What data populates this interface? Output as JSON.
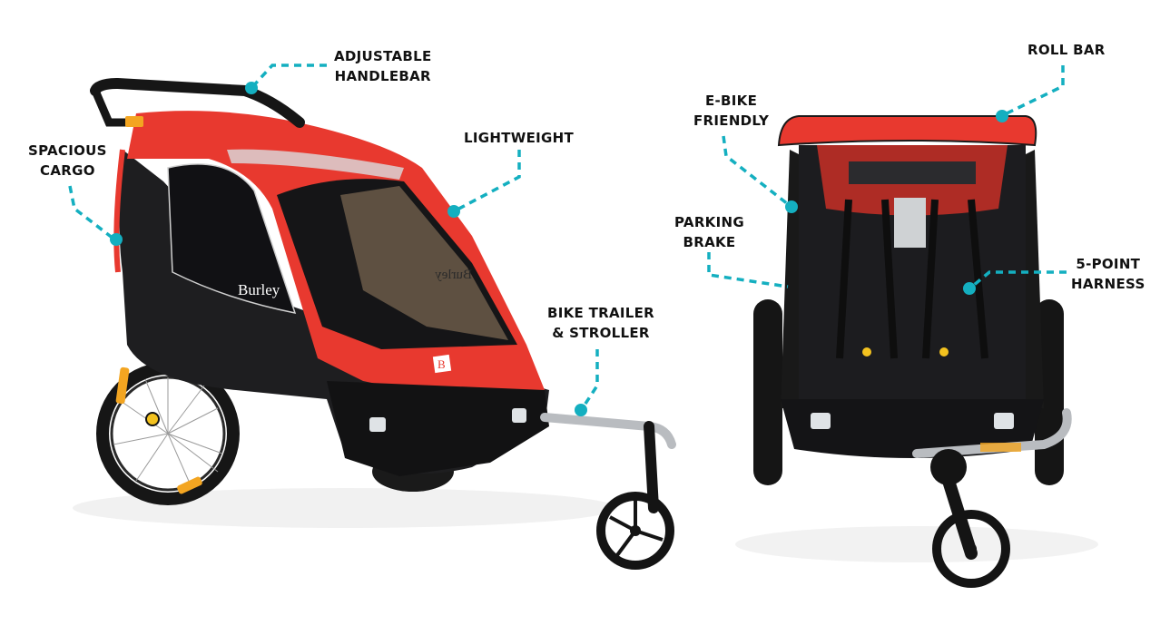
{
  "colors": {
    "accent": "#14AFC0",
    "canopy_red": "#E8392F",
    "fabric_black": "#1B1B1D",
    "mesh_brown": "#6B5A49",
    "frame_silver": "#B9BCC0",
    "reflector_amber": "#F3A521",
    "label_text": "#111111"
  },
  "left_view": {
    "brand_side": "Burley",
    "brand_mesh_mirrored": "Burley",
    "logo_badge": "B"
  },
  "callouts": [
    {
      "id": "adjustable-handlebar",
      "lines": [
        "ADJUSTABLE",
        "HANDLEBAR"
      ]
    },
    {
      "id": "spacious-cargo",
      "lines": [
        "SPACIOUS",
        "CARGO"
      ]
    },
    {
      "id": "lightweight",
      "lines": [
        "LIGHTWEIGHT"
      ]
    },
    {
      "id": "bike-trailer-stroller",
      "lines": [
        "BIKE TRAILER",
        "& STROLLER"
      ]
    },
    {
      "id": "e-bike-friendly",
      "lines": [
        "E-BIKE",
        "FRIENDLY"
      ]
    },
    {
      "id": "parking-brake",
      "lines": [
        "PARKING",
        "BRAKE"
      ]
    },
    {
      "id": "roll-bar",
      "lines": [
        "ROLL BAR"
      ]
    },
    {
      "id": "five-point-harness",
      "lines": [
        "5-POINT",
        "HARNESS"
      ]
    }
  ]
}
